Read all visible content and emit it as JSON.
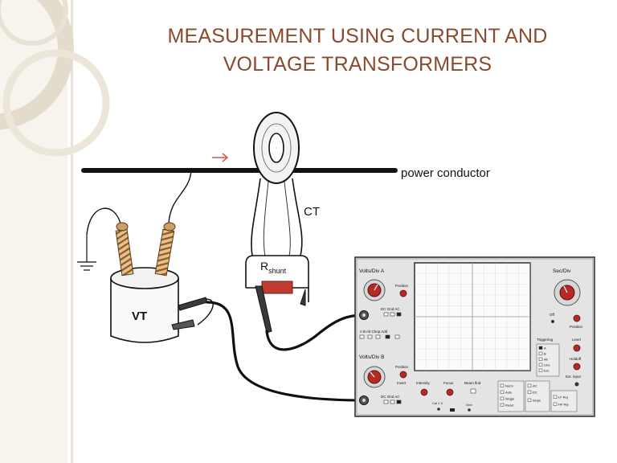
{
  "slide": {
    "title_line1": "MEASUREMENT USING CURRENT AND",
    "title_line2": "VOLTAGE TRANSFORMERS"
  },
  "diagram": {
    "conductor_label": "power conductor",
    "ct_label": "CT",
    "vt_label": "VT",
    "shunt_label_main": "R",
    "shunt_label_sub": "shunt",
    "scope": {
      "volts_div_a": "Volts/Div A",
      "volts_div_b": "Volts/Div B",
      "sec_div": "Sec/Div",
      "position": "Position",
      "dc_gnd_ac": "DC Gnd AC",
      "channel_modes": "A  B  Alt Chop Add",
      "invert": "Invert",
      "intensity": "Intensity",
      "focus": "Focus",
      "beam_find": "Beam find",
      "triggering": "Triggering",
      "level": "Level",
      "holdoff": "Holdoff",
      "ext_input": "Ext. input",
      "off": "Off",
      "trig_options": [
        "A",
        "B",
        "Alt",
        "Line",
        "Ext."
      ],
      "coupling_options": [
        "Norm",
        "Auto",
        "Single",
        "Reset"
      ],
      "slope_options": [
        "AC",
        "DC",
        "Slope"
      ],
      "filter_options": [
        "LF Rej",
        "HF Rej"
      ],
      "cal": "Cal 1 V",
      "gnd": "Gnd"
    }
  },
  "colors": {
    "title": "#8a4a2e",
    "knob_red": "#b52a25",
    "shunt_red": "#c43a30",
    "arrow": "#d9534f",
    "scope_body": "#e4e4e4",
    "deco_ring": "#e3dccd"
  }
}
